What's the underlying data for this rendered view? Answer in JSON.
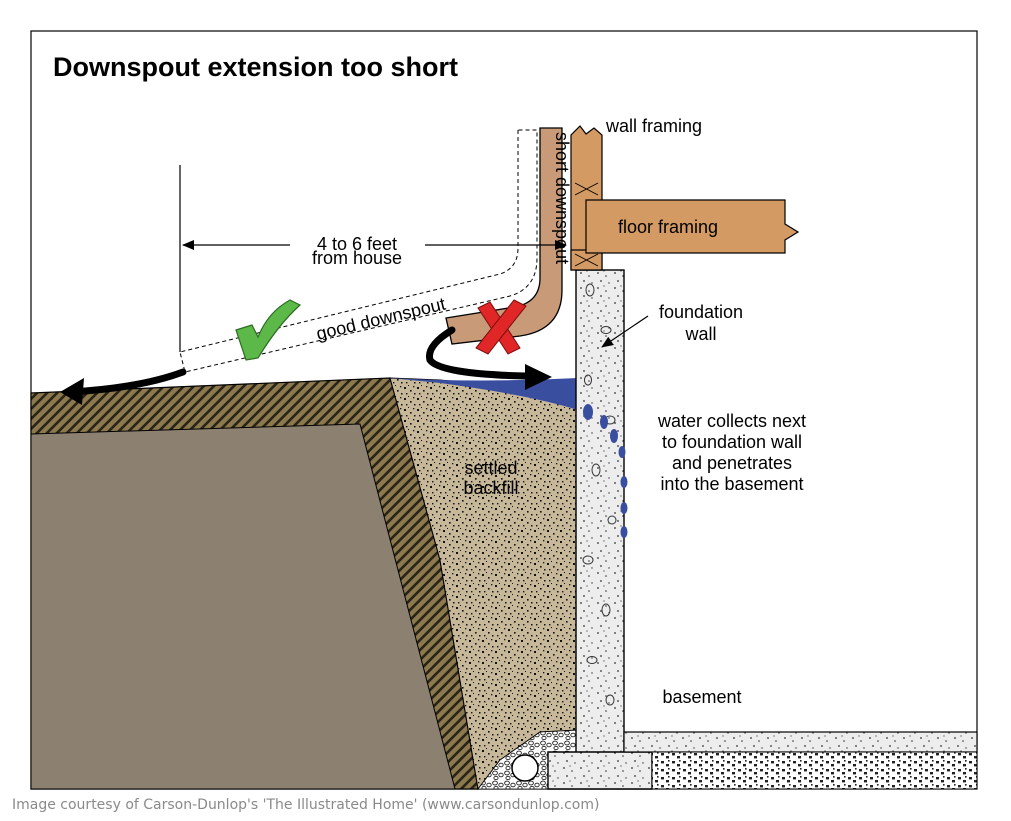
{
  "title": "Downspout extension too short",
  "labels": {
    "wall_framing": "wall framing",
    "floor_framing": "floor framing",
    "short_downspout": "short downspout",
    "distance_line1": "4 to 6 feet",
    "distance_line2": "from house",
    "good_downspout": "good downspout",
    "foundation_line1": "foundation",
    "foundation_line2": "wall",
    "water_line1": "water collects next",
    "water_line2": "to foundation wall",
    "water_line3": "and penetrates",
    "water_line4": "into the basement",
    "backfill_line1": "settled",
    "backfill_line2": "backfill",
    "basement": "basement"
  },
  "caption": "Image courtesy of Carson-Dunlop's 'The Illustrated Home' (www.carsondunlop.com)",
  "icons": {
    "good": "green-check-icon",
    "bad": "red-x-icon"
  },
  "colors": {
    "soil": "#8c8070",
    "backfill": "#c7b89a",
    "wood": "#d39a63",
    "downspout": "#c99a78",
    "water": "#3a4ea0",
    "check": "#5cb848",
    "cross": "#e02626",
    "concrete": "#ececec"
  }
}
